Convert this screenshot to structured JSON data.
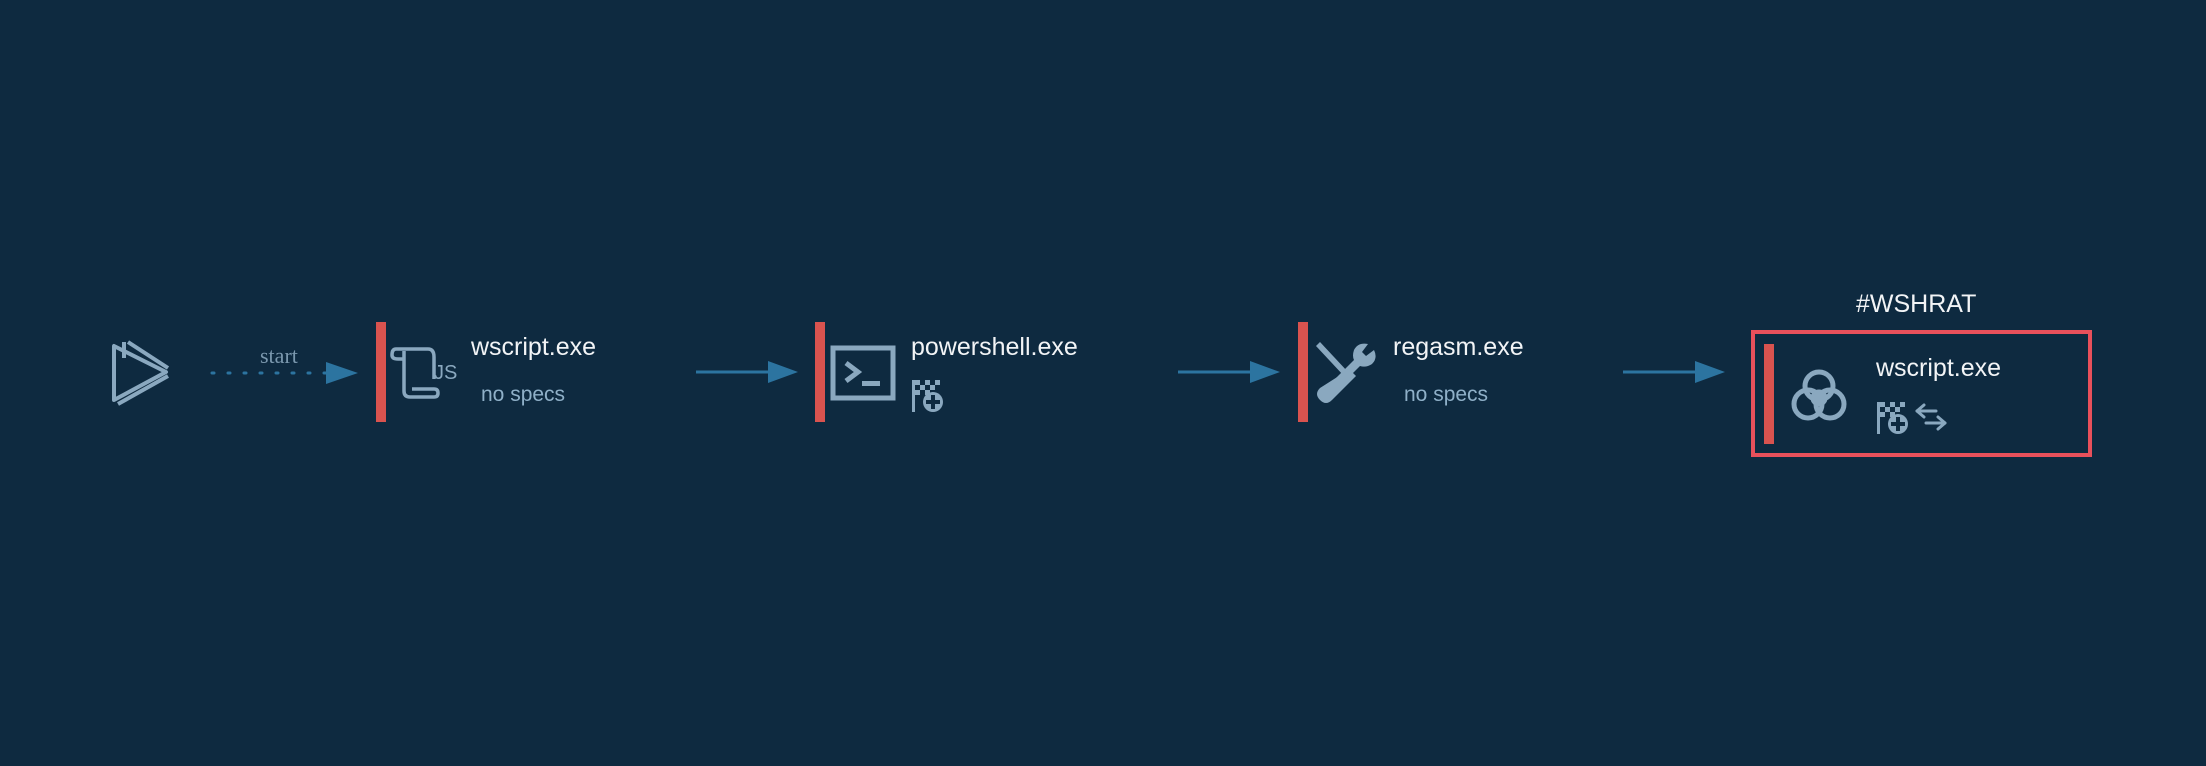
{
  "start": {
    "label": "start",
    "icon": "play-start-icon"
  },
  "edges": [
    {
      "from": "start",
      "to": "wscript.exe",
      "style": "dotted"
    },
    {
      "from": "wscript.exe",
      "to": "powershell.exe",
      "style": "solid"
    },
    {
      "from": "powershell.exe",
      "to": "regasm.exe",
      "style": "solid"
    },
    {
      "from": "regasm.exe",
      "to": "wscript.exe",
      "style": "solid"
    }
  ],
  "nodes": [
    {
      "name": "wscript.exe",
      "subtitle": "no specs",
      "icon": "js-script-icon",
      "badges": []
    },
    {
      "name": "powershell.exe",
      "subtitle": "",
      "icon": "terminal-icon",
      "badges": [
        "start-flag-icon"
      ]
    },
    {
      "name": "regasm.exe",
      "subtitle": "no specs",
      "icon": "tools-icon",
      "badges": []
    },
    {
      "name": "wscript.exe",
      "subtitle": "",
      "icon": "biohazard-icon",
      "badges": [
        "start-flag-icon",
        "network-exchange-icon"
      ],
      "tag": "#WSHRAT",
      "malicious": true
    }
  ],
  "colors": {
    "background": "#0e2a40",
    "bar": "#d9534f",
    "threat_border": "#e8505b",
    "arrow": "#2c74a0",
    "icon": "#8aa8bf",
    "text": "#f2f4f6",
    "subtext": "#8fb0c8"
  }
}
